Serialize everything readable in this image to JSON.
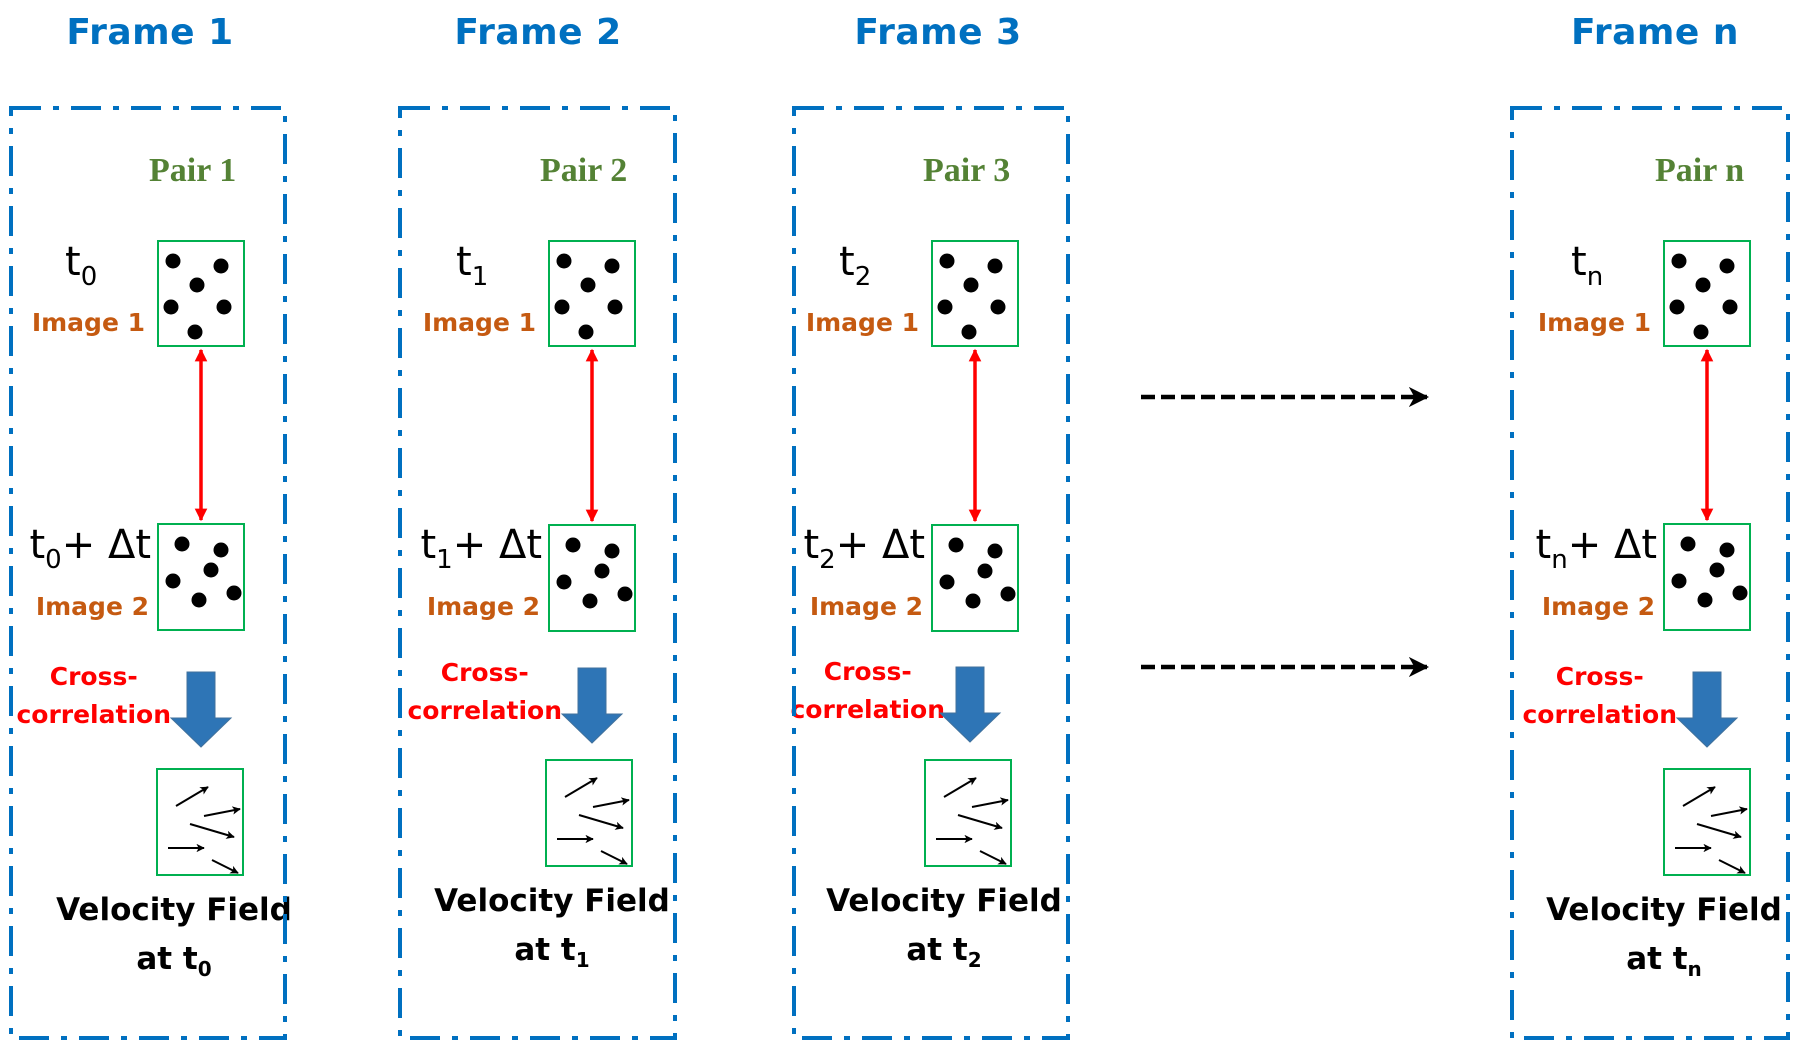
{
  "diagram": {
    "description": "PIV processing sequence: image pairs per frame, cross-correlated into velocity fields",
    "colors": {
      "frame_title": "#0070c0",
      "frame_border": "#0070c0",
      "pair_label": "#548235",
      "image_label": "#c55a11",
      "cross_correlation_label": "#ff0000",
      "image_box_border": "#00b050",
      "time_link_arrow": "#ff0000",
      "process_arrow": "#2e75b6",
      "continuation_arrow": "#000000"
    },
    "frames": [
      {
        "title": "Frame 1",
        "pair": "Pair 1",
        "t_base": "t",
        "t_sub": "0",
        "delta_suffix": "+ Δt",
        "image1": "Image 1",
        "image2": "Image 2",
        "cc_line1": "Cross-",
        "cc_line2": "correlation",
        "vf_line1": "Velocity Field",
        "vf_at": "at t",
        "vf_sub": "0"
      },
      {
        "title": "Frame 2",
        "pair": "Pair 2",
        "t_base": "t",
        "t_sub": "1",
        "delta_suffix": "+ Δt",
        "image1": "Image 1",
        "image2": "Image 2",
        "cc_line1": "Cross-",
        "cc_line2": "correlation",
        "vf_line1": "Velocity Field",
        "vf_at": "at t",
        "vf_sub": "1"
      },
      {
        "title": "Frame 3",
        "pair": "Pair 3",
        "t_base": "t",
        "t_sub": "2",
        "delta_suffix": "+ Δt",
        "image1": "Image 1",
        "image2": "Image 2",
        "cc_line1": "Cross-",
        "cc_line2": "correlation",
        "vf_line1": "Velocity Field",
        "vf_at": "at t",
        "vf_sub": "2"
      },
      {
        "title": "Frame n",
        "pair": "Pair n",
        "t_base": "t",
        "t_sub": "n",
        "delta_suffix": "+ Δt",
        "image1": "Image 1",
        "image2": "Image 2",
        "cc_line1": "Cross-",
        "cc_line2": "correlation",
        "vf_line1": "Velocity Field",
        "vf_at": "at t",
        "vf_sub": "n"
      }
    ],
    "continuation_arrows": 2
  }
}
